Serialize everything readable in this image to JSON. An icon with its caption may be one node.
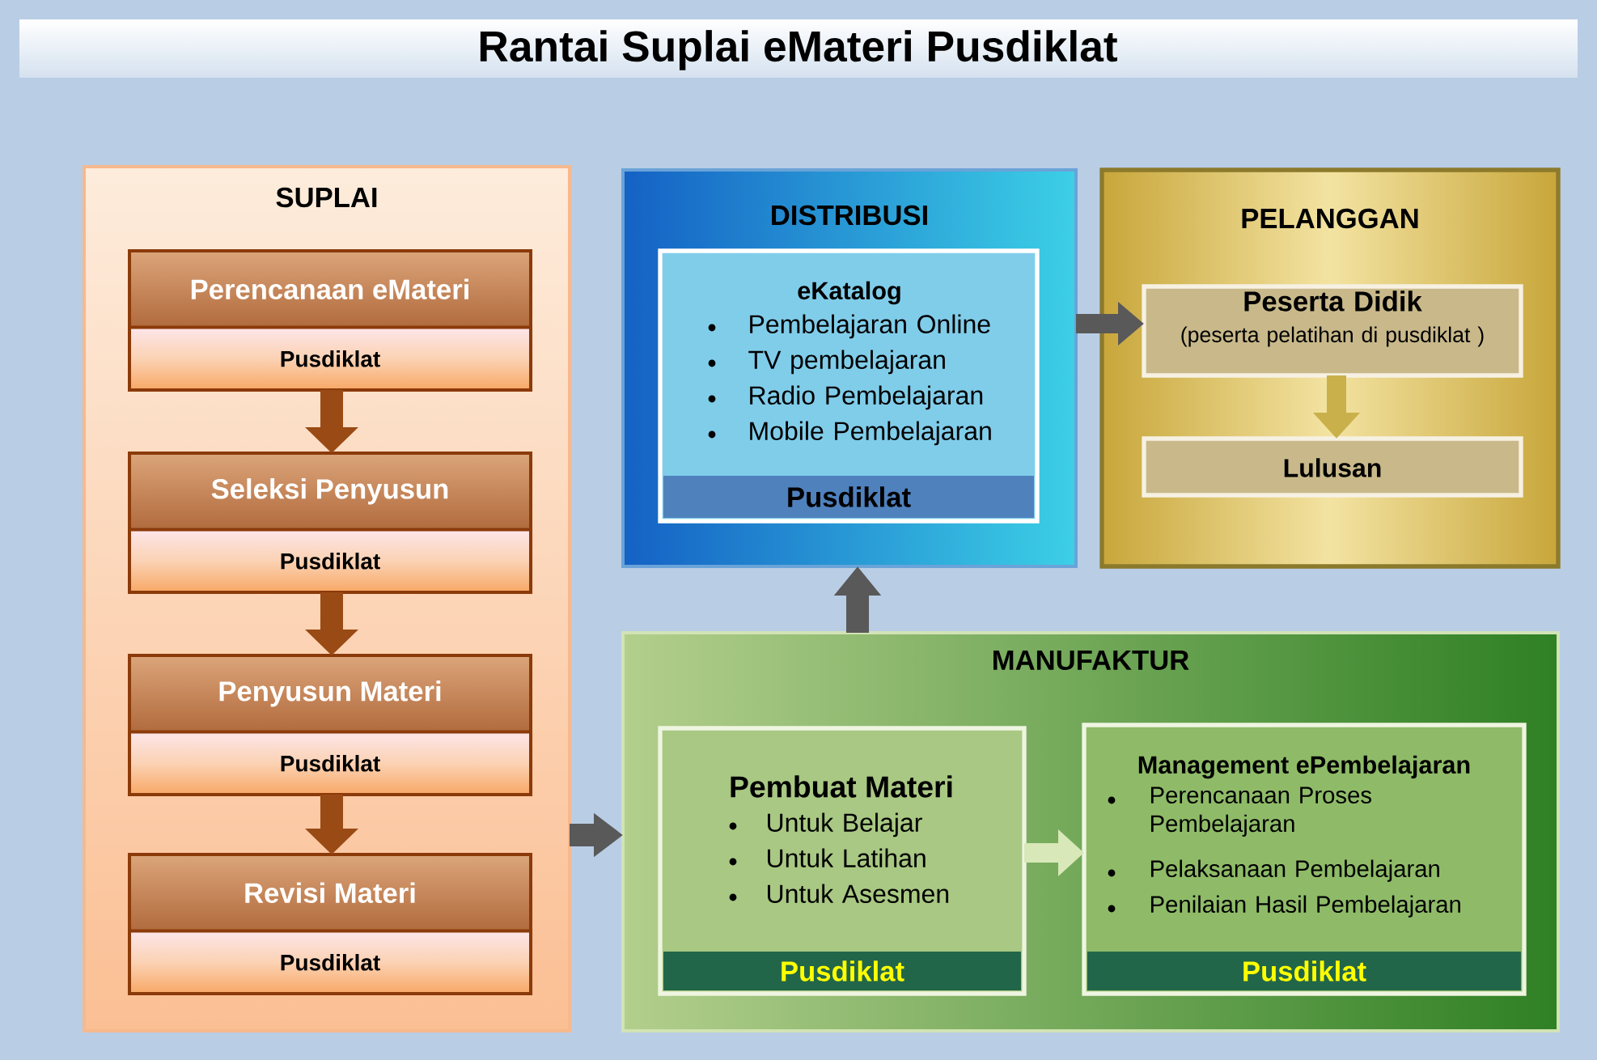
{
  "diagram": {
    "title": "Rantai Suplai eMateri Pusdiklat",
    "nodes": [
      {
        "text": [
          "SUPLAI"
        ]
      },
      {
        "text": [
          "Perencanaan eMateri",
          "Pusdiklat"
        ],
        "in": 0
      },
      {
        "text": [
          "Seleksi Penyusun",
          "Pusdiklat"
        ],
        "in": 0
      },
      {
        "text": [
          "Penyusun Materi",
          "Pusdiklat"
        ],
        "in": 0
      },
      {
        "text": [
          "Revisi Materi",
          "Pusdiklat"
        ],
        "in": 0
      },
      {
        "text": [
          "DISTRIBUSI"
        ]
      },
      {
        "text": [
          "eKatalog",
          "Pembelajaran Online",
          "TV pembelajaran",
          "Radio Pembelajaran",
          "Mobile Pembelajaran",
          "Pusdiklat"
        ],
        "in": 5
      },
      {
        "text": [
          "PELANGGAN"
        ]
      },
      {
        "text": [
          "Peserta Didik",
          "(peserta pelatihan di pusdiklat )"
        ],
        "in": 7
      },
      {
        "text": [
          "Lulusan"
        ],
        "in": 7
      },
      {
        "text": [
          "MANUFAKTUR"
        ]
      },
      {
        "text": [
          "Pembuat Materi",
          "Untuk Belajar",
          "Untuk Latihan",
          "Untuk Asesmen",
          "Pusdiklat"
        ],
        "in": 10
      },
      {
        "text": [
          "Management ePembelajaran",
          "Perencanaan Proses Pembelajaran",
          "Pelaksanaan Pembelajaran",
          "Penilaian Hasil Pembelajaran",
          "Pusdiklat"
        ],
        "in": 10
      }
    ],
    "edges": [
      {
        "from": 1,
        "to": 2,
        "arrow": "to",
        "color": "#9a4a14"
      },
      {
        "from": 2,
        "to": 3,
        "arrow": "to",
        "color": "#9a4a14"
      },
      {
        "from": 3,
        "to": 4,
        "arrow": "to",
        "color": "#9a4a14"
      },
      {
        "from": 0,
        "to": 10,
        "arrow": "to",
        "color": "#595959"
      },
      {
        "from": 10,
        "to": 5,
        "arrow": "to",
        "color": "#595959"
      },
      {
        "from": 5,
        "to": 8,
        "arrow": "to",
        "color": "#595959"
      },
      {
        "from": 8,
        "to": 9,
        "arrow": "to",
        "color": "#c9b04a"
      },
      {
        "from": 11,
        "to": 12,
        "arrow": "to",
        "color": "#d8e8b8"
      }
    ]
  }
}
